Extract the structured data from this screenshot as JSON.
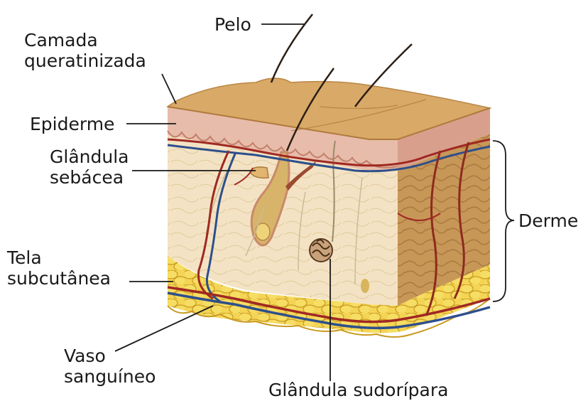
{
  "labels": {
    "pelo": "Pelo",
    "camada_queratinizada": [
      "Camada",
      "queratinizada"
    ],
    "epiderme": "Epiderme",
    "glandula_sebacea": [
      "Glândula",
      "sebácea"
    ],
    "derme": "Derme",
    "tela_subcutanea": [
      "Tela",
      "subcutânea"
    ],
    "vaso_sanguineo": [
      "Vaso",
      "sanguíneo"
    ],
    "glandula_sudoripara": "Glândula sudorípara"
  },
  "colors": {
    "surface": "#d8a866",
    "surface_dark": "#c0904f",
    "epidermis": "#e6b9a8",
    "dermis": "#f2e2c2",
    "dermis_side": "#c99a5c",
    "fat": "#f2cf45",
    "fat_edge": "#c99a20",
    "artery": "#a02822",
    "vein": "#2d4f8c",
    "hair": "#2a1e14",
    "leader_line": "#1a1a1a"
  }
}
